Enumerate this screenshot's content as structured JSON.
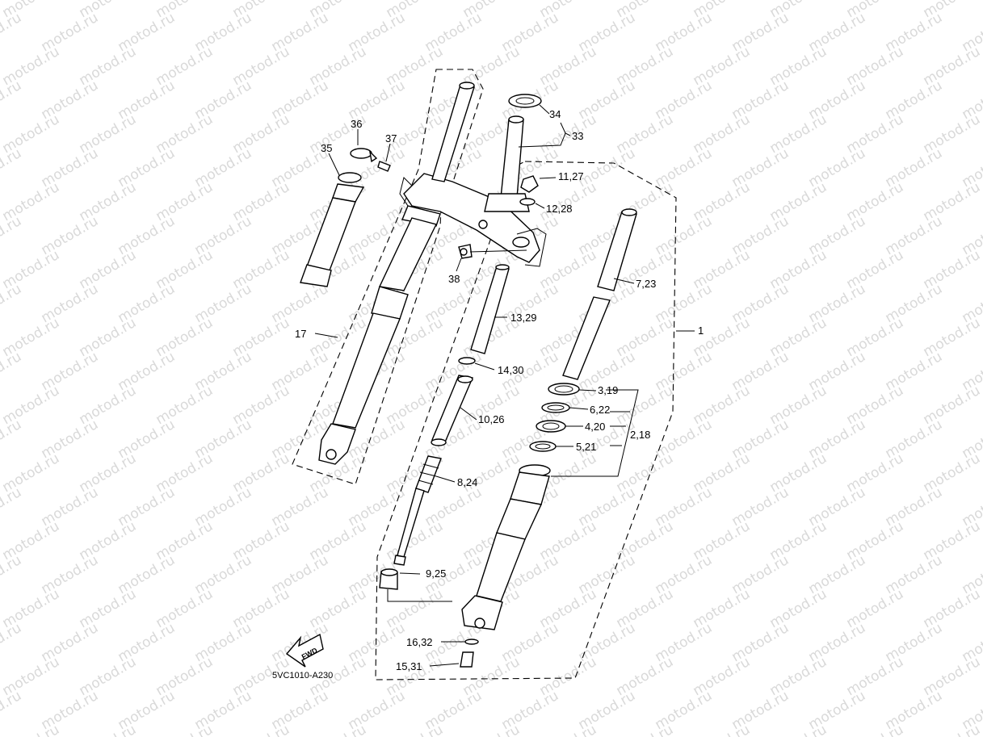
{
  "watermark": {
    "text": "motod.ru",
    "color": "#d9d9d9"
  },
  "diagram": {
    "code": "5VC1010-A230",
    "fwd_text": "FWD",
    "labels": [
      {
        "id": "34",
        "text": "34"
      },
      {
        "id": "33",
        "text": "33"
      },
      {
        "id": "36",
        "text": "36"
      },
      {
        "id": "37",
        "text": "37"
      },
      {
        "id": "35",
        "text": "35"
      },
      {
        "id": "11_27",
        "text": "11,27"
      },
      {
        "id": "12_28",
        "text": "12,28"
      },
      {
        "id": "38",
        "text": "38"
      },
      {
        "id": "7_23",
        "text": "7,23"
      },
      {
        "id": "13_29",
        "text": "13,29"
      },
      {
        "id": "1",
        "text": "1"
      },
      {
        "id": "17",
        "text": "17"
      },
      {
        "id": "14_30",
        "text": "14,30"
      },
      {
        "id": "3_19",
        "text": "3,19"
      },
      {
        "id": "6_22",
        "text": "6,22"
      },
      {
        "id": "10_26",
        "text": "10,26"
      },
      {
        "id": "4_20",
        "text": "4,20"
      },
      {
        "id": "2_18",
        "text": "2,18"
      },
      {
        "id": "5_21",
        "text": "5,21"
      },
      {
        "id": "8_24",
        "text": "8,24"
      },
      {
        "id": "9_25",
        "text": "9,25"
      },
      {
        "id": "16_32",
        "text": "16,32"
      },
      {
        "id": "15_31",
        "text": "15,31"
      }
    ]
  }
}
